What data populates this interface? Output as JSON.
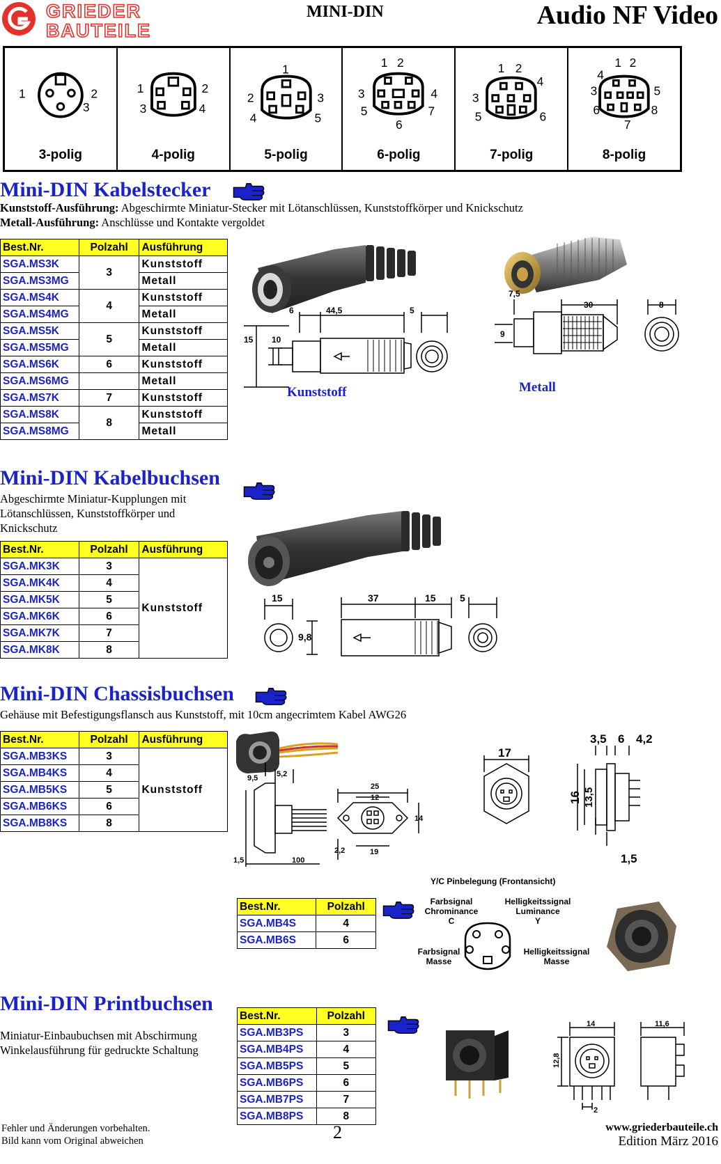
{
  "header": {
    "logo_line1": "GRIEDER",
    "logo_line2": "BAUTEILE",
    "center_title": "MINI-DIN",
    "right_title": "Audio NF Video"
  },
  "pin_strip": [
    {
      "label": "3-polig",
      "pins": [
        "1",
        "2",
        "3"
      ]
    },
    {
      "label": "4-polig",
      "pins": [
        "1",
        "2",
        "3",
        "4"
      ]
    },
    {
      "label": "5-polig",
      "pins": [
        "1",
        "2",
        "3",
        "4",
        "5"
      ]
    },
    {
      "label": "6-polig",
      "pins": [
        "1",
        "2",
        "3",
        "4",
        "5",
        "6",
        "7"
      ]
    },
    {
      "label": "7-polig",
      "pins": [
        "1",
        "2",
        "3",
        "4",
        "5",
        "6"
      ]
    },
    {
      "label": "8-polig",
      "pins": [
        "1",
        "2",
        "3",
        "4",
        "5",
        "6",
        "7",
        "8"
      ]
    }
  ],
  "kabelstecker": {
    "title": "Mini-DIN Kabelstecker",
    "line1_bold": "Kunststoff-Ausführung:",
    "line1_text": " Abgeschirmte Miniatur-Stecker mit Lötanschlüssen, Kunststoffkörper und Knickschutz",
    "line2_bold": "Metall-Ausführung:",
    "line2_text": " Anschlüsse und Kontakte vergoldet",
    "headers": [
      "Best.Nr.",
      "Polzahl",
      "Ausführung"
    ],
    "rows": [
      {
        "code": "SGA.MS3K",
        "pol": "3",
        "exe": "Kunststoff"
      },
      {
        "code": "SGA.MS3MG",
        "pol": "",
        "exe": "Metall"
      },
      {
        "code": "SGA.MS4K",
        "pol": "4",
        "exe": "Kunststoff"
      },
      {
        "code": "SGA.MS4MG",
        "pol": "",
        "exe": "Metall"
      },
      {
        "code": "SGA.MS5K",
        "pol": "5",
        "exe": "Kunststoff"
      },
      {
        "code": "SGA.MS5MG",
        "pol": "",
        "exe": "Metall"
      },
      {
        "code": "SGA.MS6K",
        "pol": "6",
        "exe": "Kunststoff"
      },
      {
        "code": "SGA.MS6MG",
        "pol": "",
        "exe": "Metall"
      },
      {
        "code": "SGA.MS7K",
        "pol": "7",
        "exe": "Kunststoff"
      },
      {
        "code": "SGA.MS8K",
        "pol": "8",
        "exe": "Kunststoff"
      },
      {
        "code": "SGA.MS8MG",
        "pol": "",
        "exe": "Metall"
      }
    ],
    "caption_plastic": "Kunststoff",
    "caption_metal": "Metall",
    "dims_plastic": [
      "6",
      "44,5",
      "5",
      "15",
      "10"
    ],
    "dims_metal": [
      "7,5",
      "30",
      "8",
      "9"
    ]
  },
  "kabelbuchsen": {
    "title": "Mini-DIN Kabelbuchsen",
    "desc1": "Abgeschirmte Miniatur-Kupplungen mit",
    "desc2": "Lötanschlüssen, Kunststoffkörper und",
    "desc3": "Knickschutz",
    "headers": [
      "Best.Nr.",
      "Polzahl",
      "Ausführung"
    ],
    "rows": [
      {
        "code": "SGA.MK3K",
        "pol": "3"
      },
      {
        "code": "SGA.MK4K",
        "pol": "4"
      },
      {
        "code": "SGA.MK5K",
        "pol": "5"
      },
      {
        "code": "SGA.MK6K",
        "pol": "6"
      },
      {
        "code": "SGA.MK7K",
        "pol": "7"
      },
      {
        "code": "SGA.MK8K",
        "pol": "8"
      }
    ],
    "exe": "Kunststoff",
    "dims": [
      "15",
      "9,8",
      "37",
      "15",
      "5"
    ]
  },
  "chassisbuchsen": {
    "title": "Mini-DIN Chassisbuchsen",
    "desc": "Gehäuse mit Befestigungsflansch aus Kunststoff, mit 10cm angecrimtem Kabel AWG26",
    "headers": [
      "Best.Nr.",
      "Polzahl",
      "Ausführung"
    ],
    "rows": [
      {
        "code": "SGA.MB3KS",
        "pol": "3"
      },
      {
        "code": "SGA.MB4KS",
        "pol": "4"
      },
      {
        "code": "SGA.MB5KS",
        "pol": "5"
      },
      {
        "code": "SGA.MB6KS",
        "pol": "6"
      },
      {
        "code": "SGA.MB8KS",
        "pol": "8"
      }
    ],
    "exe": "Kunststoff",
    "dims": [
      "9,5",
      "5,2",
      "25",
      "12",
      "14",
      "2,2",
      "19",
      "1,5",
      "100",
      "17",
      "3,5",
      "6",
      "4,2",
      "16",
      "13,5",
      "1,5"
    ],
    "yc_title": "Y/C Pinbelegung (Frontansicht)",
    "yc_labels": {
      "farb_chrom": "Farbsignal\nChrominance\nC",
      "hell_lum": "Helligkeitssignal\nLuminance\nY",
      "farb_masse": "Farbsignal\nMasse",
      "hell_masse": "Helligkeitssignal\nMasse"
    },
    "yc_headers": [
      "Best.Nr.",
      "Polzahl"
    ],
    "yc_rows": [
      {
        "code": "SGA.MB4S",
        "pol": "4"
      },
      {
        "code": "SGA.MB6S",
        "pol": "6"
      }
    ]
  },
  "printbuchsen": {
    "title": "Mini-DIN Printbuchsen",
    "desc1": "Miniatur-Einbaubuchsen mit Abschirmung",
    "desc2": "Winkelausführung für gedruckte Schaltung",
    "headers": [
      "Best.Nr.",
      "Polzahl"
    ],
    "rows": [
      {
        "code": "SGA.MB3PS",
        "pol": "3"
      },
      {
        "code": "SGA.MB4PS",
        "pol": "4"
      },
      {
        "code": "SGA.MB5PS",
        "pol": "5"
      },
      {
        "code": "SGA.MB6PS",
        "pol": "6"
      },
      {
        "code": "SGA.MB7PS",
        "pol": "7"
      },
      {
        "code": "SGA.MB8PS",
        "pol": "8"
      }
    ],
    "dims": [
      "14",
      "11,6",
      "12,8",
      "2"
    ]
  },
  "footer": {
    "left1": "Fehler und Änderungen vorbehalten.",
    "left2": "Bild kann vom Original abweichen",
    "page": "2",
    "url": "www.griederbauteile.ch",
    "edition": "Edition März 2016"
  },
  "colors": {
    "blue": "#1a22c9",
    "yellow": "#ffff22",
    "logo_red": "#e4312b"
  }
}
